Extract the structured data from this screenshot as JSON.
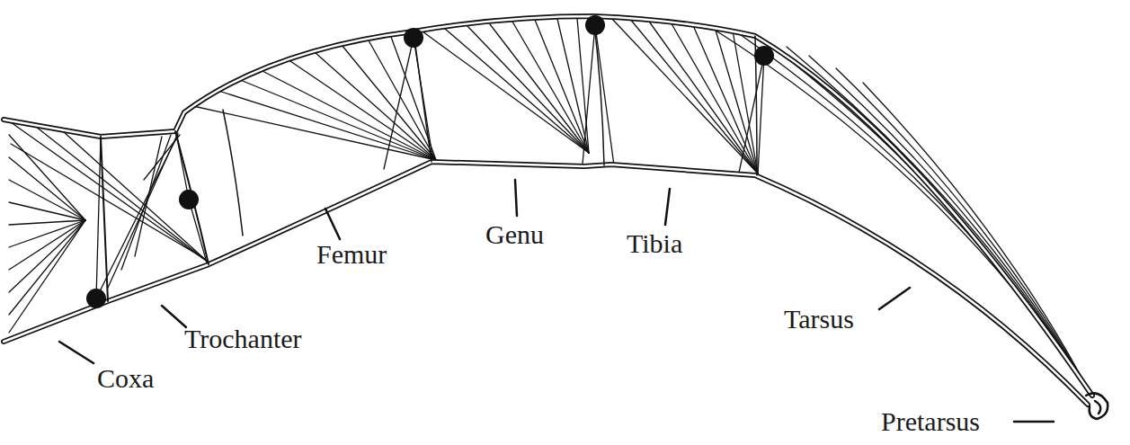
{
  "diagram": {
    "labels": [
      "Coxa",
      "Trochanter",
      "Femur",
      "Genu",
      "Tibia",
      "Tarsus",
      "Pretarsus"
    ]
  }
}
